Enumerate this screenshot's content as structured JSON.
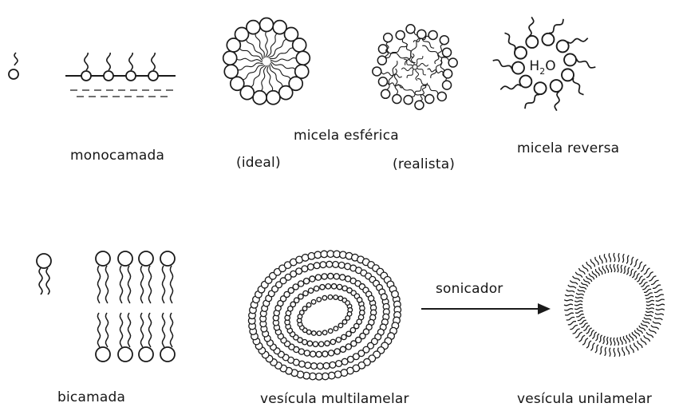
{
  "labels": {
    "monolayer": "monocamada",
    "spherical_micelle": "micela esférica",
    "ideal": "(ideal)",
    "realistic": "(realista)",
    "reverse_micelle": "micela reversa",
    "water": "H",
    "water_sub": "2",
    "water_o": "O",
    "bilayer": "bicamada",
    "multilamellar_vesicle": "vesícula multilamelar",
    "sonicator": "sonicador",
    "unilamellar_vesicle": "vesícula unilamelar"
  },
  "colors": {
    "ink": "#1a1a1a",
    "background": "#ffffff"
  }
}
